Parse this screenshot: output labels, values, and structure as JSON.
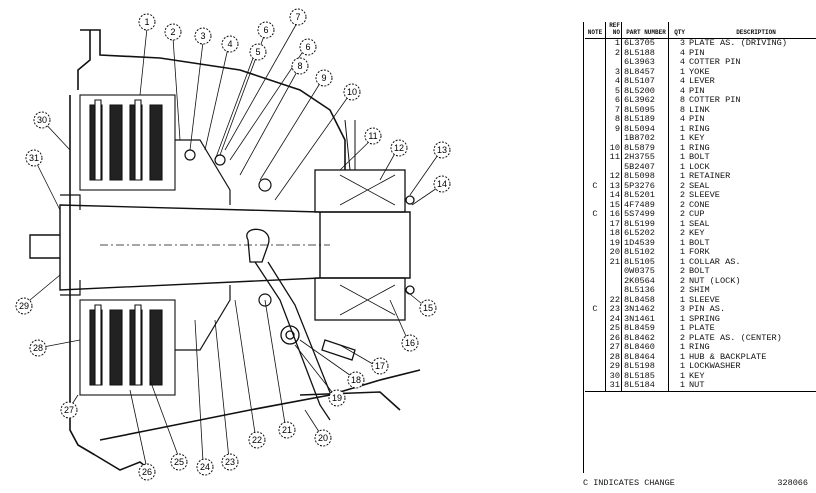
{
  "table": {
    "headers": {
      "note": "NOTE",
      "ref": "REF NO",
      "part": "PART NUMBER",
      "qty": "QTY",
      "desc": "DESCRIPTION"
    },
    "rows": [
      {
        "note": "",
        "ref": "1",
        "part": "6L3705",
        "qty": "3",
        "desc": "PLATE AS. (DRIVING)"
      },
      {
        "note": "",
        "ref": "2",
        "part": "8L5188",
        "qty": "4",
        "desc": "PIN"
      },
      {
        "note": "",
        "ref": "",
        "part": "6L3963",
        "qty": "4",
        "desc": "COTTER PIN"
      },
      {
        "note": "",
        "ref": "3",
        "part": "8L8457",
        "qty": "1",
        "desc": "YOKE"
      },
      {
        "note": "",
        "ref": "4",
        "part": "8L5107",
        "qty": "4",
        "desc": "LEVER"
      },
      {
        "note": "",
        "ref": "5",
        "part": "8L5200",
        "qty": "4",
        "desc": "PIN"
      },
      {
        "note": "",
        "ref": "6",
        "part": "6L3962",
        "qty": "8",
        "desc": "COTTER PIN"
      },
      {
        "note": "",
        "ref": "7",
        "part": "8L5095",
        "qty": "8",
        "desc": "LINK"
      },
      {
        "note": "",
        "ref": "8",
        "part": "8L5189",
        "qty": "4",
        "desc": "PIN"
      },
      {
        "note": "",
        "ref": "9",
        "part": "8L5094",
        "qty": "1",
        "desc": "RING"
      },
      {
        "note": "",
        "ref": "",
        "part": "1B8702",
        "qty": "1",
        "desc": "KEY"
      },
      {
        "note": "",
        "ref": "10",
        "part": "8L5879",
        "qty": "1",
        "desc": "RING"
      },
      {
        "note": "",
        "ref": "11",
        "part": "2H3755",
        "qty": "1",
        "desc": "BOLT"
      },
      {
        "note": "",
        "ref": "",
        "part": "5B2407",
        "qty": "1",
        "desc": "LOCK"
      },
      {
        "note": "",
        "ref": "12",
        "part": "8L5098",
        "qty": "1",
        "desc": "RETAINER"
      },
      {
        "note": "C",
        "ref": "13",
        "part": "5P3276",
        "qty": "2",
        "desc": "SEAL"
      },
      {
        "note": "",
        "ref": "14",
        "part": "8L5201",
        "qty": "2",
        "desc": "SLEEVE"
      },
      {
        "note": "",
        "ref": "15",
        "part": "4F7489",
        "qty": "2",
        "desc": "CONE"
      },
      {
        "note": "C",
        "ref": "16",
        "part": "5S7499",
        "qty": "2",
        "desc": "CUP"
      },
      {
        "note": "",
        "ref": "17",
        "part": "8L5199",
        "qty": "1",
        "desc": "SEAL"
      },
      {
        "note": "",
        "ref": "18",
        "part": "6L5202",
        "qty": "2",
        "desc": "KEY"
      },
      {
        "note": "",
        "ref": "19",
        "part": "1D4539",
        "qty": "1",
        "desc": "BOLT"
      },
      {
        "note": "",
        "ref": "20",
        "part": "8L5102",
        "qty": "1",
        "desc": "FORK"
      },
      {
        "note": "",
        "ref": "21",
        "part": "8L5105",
        "qty": "1",
        "desc": "COLLAR AS."
      },
      {
        "note": "",
        "ref": "",
        "part": "0W0375",
        "qty": "2",
        "desc": "BOLT"
      },
      {
        "note": "",
        "ref": "",
        "part": "2K0564",
        "qty": "2",
        "desc": "NUT (LOCK)"
      },
      {
        "note": "",
        "ref": "",
        "part": "8L5136",
        "qty": "2",
        "desc": "SHIM"
      },
      {
        "note": "",
        "ref": "22",
        "part": "8L8458",
        "qty": "1",
        "desc": "SLEEVE"
      },
      {
        "note": "C",
        "ref": "23",
        "part": "3N1462",
        "qty": "3",
        "desc": "PIN AS."
      },
      {
        "note": "",
        "ref": "24",
        "part": "3N1461",
        "qty": "1",
        "desc": "SPRING"
      },
      {
        "note": "",
        "ref": "25",
        "part": "8L8459",
        "qty": "1",
        "desc": "PLATE"
      },
      {
        "note": "",
        "ref": "26",
        "part": "8L8462",
        "qty": "2",
        "desc": "PLATE AS. (CENTER)"
      },
      {
        "note": "",
        "ref": "27",
        "part": "8L8460",
        "qty": "1",
        "desc": "RING"
      },
      {
        "note": "",
        "ref": "28",
        "part": "8L8464",
        "qty": "1",
        "desc": "HUB & BACKPLATE"
      },
      {
        "note": "",
        "ref": "29",
        "part": "8L5198",
        "qty": "1",
        "desc": "LOCKWASHER"
      },
      {
        "note": "",
        "ref": "30",
        "part": "8L5185",
        "qty": "1",
        "desc": "KEY"
      },
      {
        "note": "",
        "ref": "31",
        "part": "8L5184",
        "qty": "1",
        "desc": "NUT"
      }
    ]
  },
  "footer": {
    "note": "C   INDICATES CHANGE",
    "drawing_number": "328066"
  },
  "callouts": [
    "1",
    "2",
    "3",
    "4",
    "5",
    "6",
    "7",
    "6",
    "8",
    "9",
    "10",
    "11",
    "12",
    "13",
    "14",
    "15",
    "16",
    "17",
    "18",
    "19",
    "20",
    "21",
    "22",
    "23",
    "24",
    "25",
    "26",
    "27",
    "28",
    "29",
    "30",
    "31"
  ],
  "colors": {
    "ink": "#111111",
    "paper": "#ffffff"
  }
}
